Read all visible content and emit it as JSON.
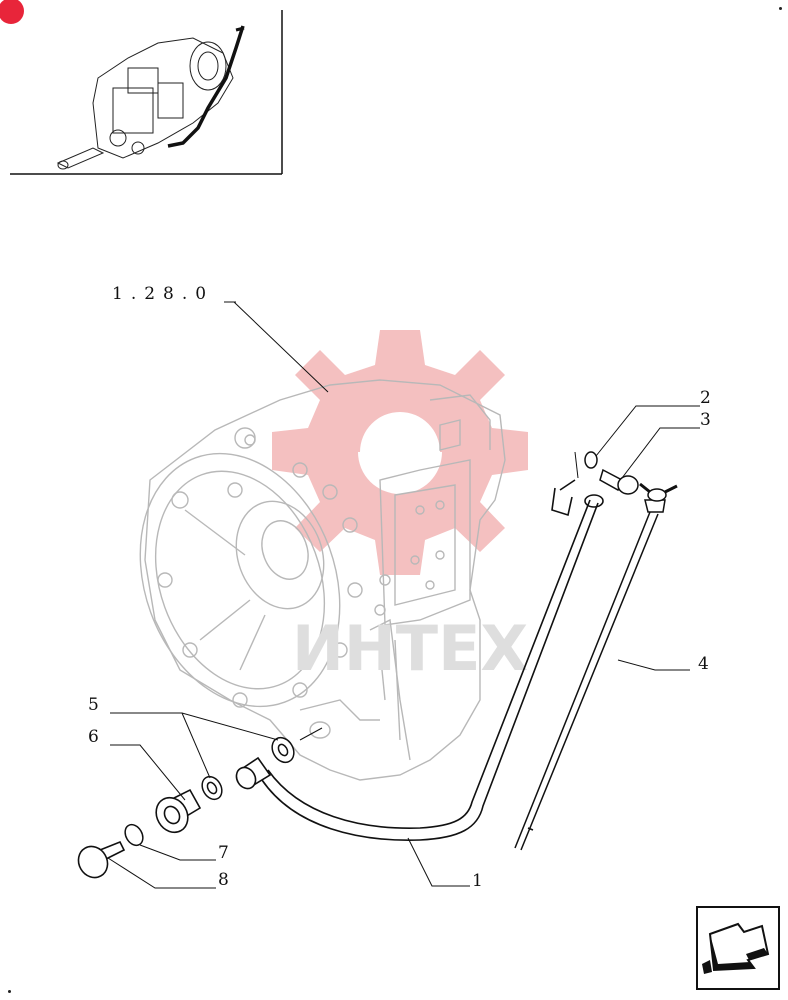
{
  "reference": {
    "code": "1.28.0"
  },
  "watermark": {
    "text": "ИНТЕХ",
    "logo_color": "#f2b8b8"
  },
  "callouts": [
    {
      "id": "c1",
      "label": "1"
    },
    {
      "id": "c2",
      "label": "2"
    },
    {
      "id": "c3",
      "label": "3"
    },
    {
      "id": "c4",
      "label": "4"
    },
    {
      "id": "c5",
      "label": "5"
    },
    {
      "id": "c6",
      "label": "6"
    },
    {
      "id": "c7",
      "label": "7"
    },
    {
      "id": "c8",
      "label": "8"
    }
  ],
  "icons": {
    "thumbnail": "transmission-thumbnail-icon",
    "nav": "next-page-arrow-icon",
    "brand_dot": "red-dot-icon"
  }
}
